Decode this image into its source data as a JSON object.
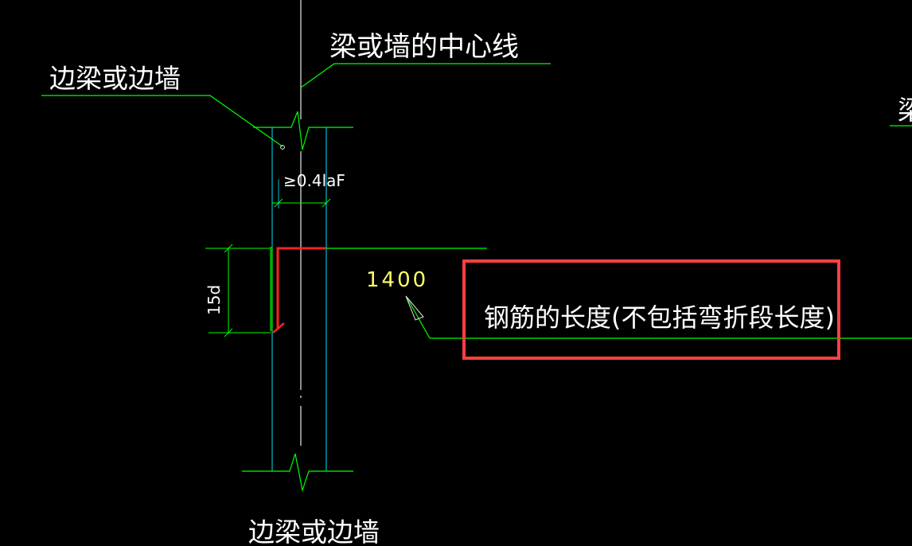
{
  "labels": {
    "edge_top": "边梁或边墙",
    "centerline": "梁或墙的中心线",
    "anchor_length": "≥0.4laF",
    "hook_length": "15d",
    "dimension_value": "1400",
    "bar_length_note": "钢筋的长度(不包括弯折段长度)",
    "edge_bottom": "边梁或边墙",
    "right_partial": "梁"
  },
  "colors": {
    "background": "#000000",
    "leader": "#00ff00",
    "wall_line": "#00bcd4",
    "centerline": "#e8e8e8",
    "rebar_vertical": "#00b000",
    "rebar_horizontal": "#ff2020",
    "dimension_text": "#ffff66",
    "label_text": "#ffffff",
    "highlight_box": "#ff4040"
  }
}
